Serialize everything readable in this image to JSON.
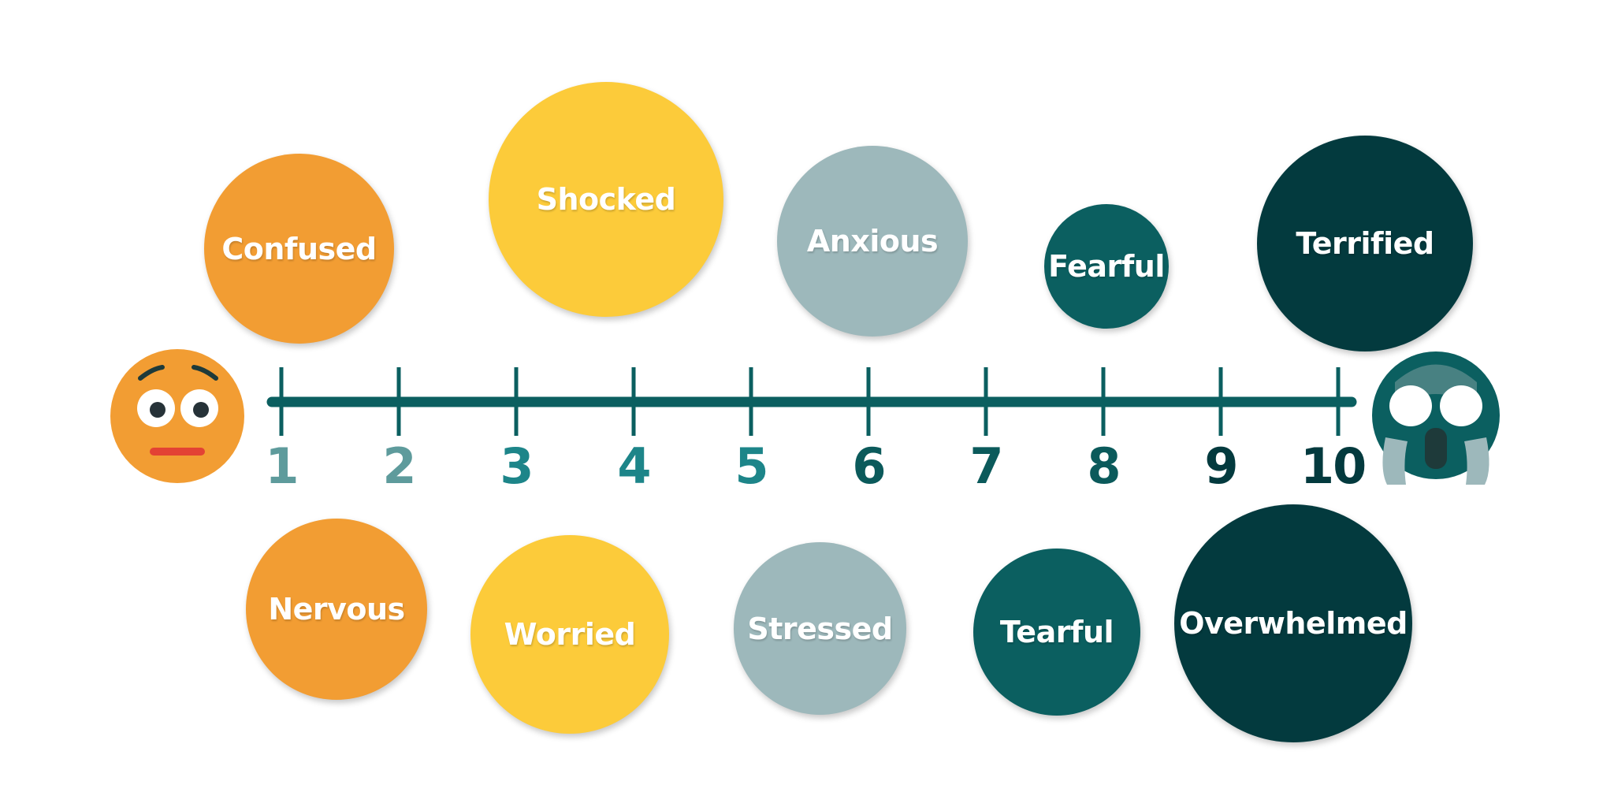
{
  "colors": {
    "orange": "#F29D33",
    "yellow": "#FCCB3A",
    "grey_blue": "#9DB8BB",
    "teal": "#0B5F60",
    "dark_teal": "#033A3E",
    "axis": "#0B5F60",
    "num_light": "#5E9B9C",
    "num_mid": "#1D8589",
    "num_dark": "#0B5A5B",
    "num_darkest": "#033A3E"
  },
  "icons": {
    "left": "worried-face-icon",
    "right": "screaming-face-icon"
  },
  "scale": {
    "numbers": [
      "1",
      "2",
      "3",
      "4",
      "5",
      "6",
      "7",
      "8",
      "9",
      "10"
    ]
  },
  "emotions": {
    "top": [
      {
        "label": "Confused",
        "color": "#F29D33"
      },
      {
        "label": "Shocked",
        "color": "#FCCB3A"
      },
      {
        "label": "Anxious",
        "color": "#9DB8BB"
      },
      {
        "label": "Fearful",
        "color": "#0B5F60"
      },
      {
        "label": "Terrified",
        "color": "#033A3E"
      }
    ],
    "bottom": [
      {
        "label": "Nervous",
        "color": "#F29D33"
      },
      {
        "label": "Worried",
        "color": "#FCCB3A"
      },
      {
        "label": "Stressed",
        "color": "#9DB8BB"
      },
      {
        "label": "Tearful",
        "color": "#0B5F60"
      },
      {
        "label": "Overwhelmed",
        "color": "#033A3E"
      }
    ]
  }
}
